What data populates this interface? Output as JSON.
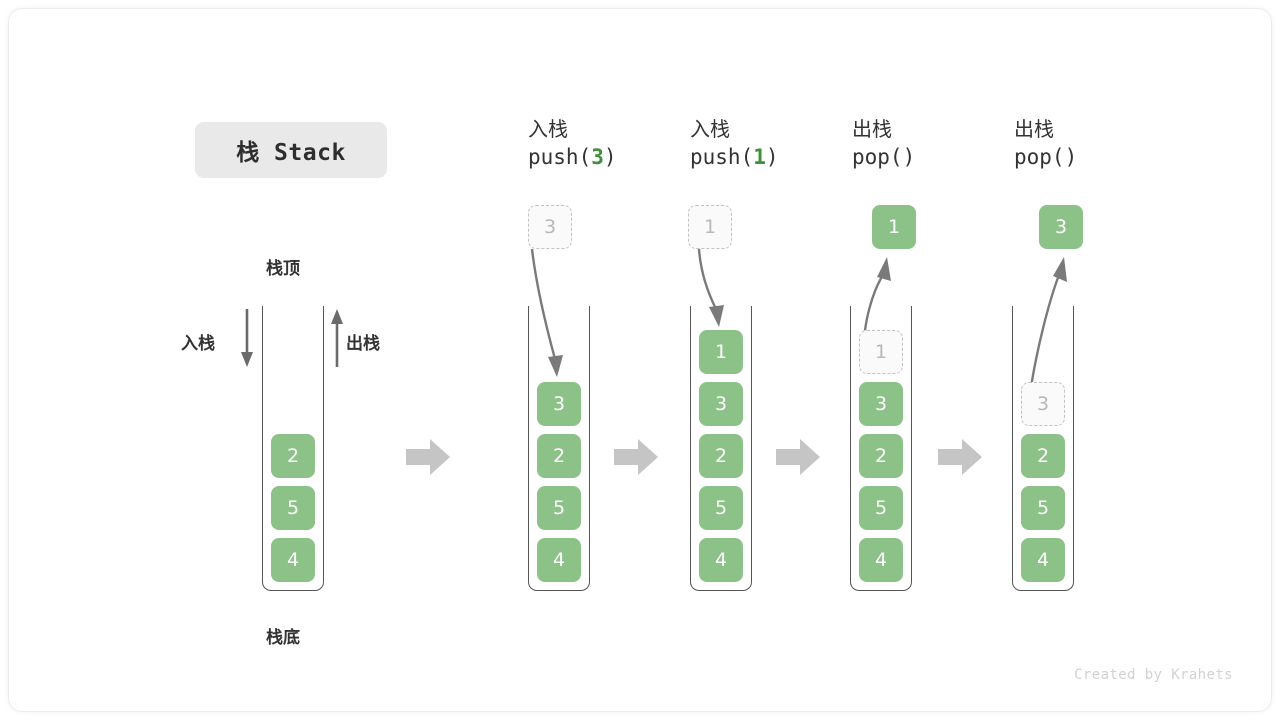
{
  "title": {
    "chip_label": "栈 Stack"
  },
  "colors": {
    "cell_fill": "#8cc287",
    "cell_text": "#ffffff",
    "ghost_fill": "#fafafa",
    "ghost_border": "#c2c2c2",
    "ghost_text": "#b8b8b8",
    "wall": "#555555",
    "flow_arrow": "#c5c5c5",
    "motion_arrow": "#7a7a7a",
    "accent_green_text": "#3f8f3f",
    "chip_bg": "#e9e9e9",
    "label_text": "#333333",
    "footer_text": "#d2d2d2"
  },
  "legend": {
    "top_label": "栈顶",
    "bottom_label": "栈底",
    "push_label": "入栈",
    "pop_label": "出栈"
  },
  "columns": [
    {
      "id": "initial",
      "header_cn": "",
      "header_code_prefix": "",
      "header_code_arg": "",
      "header_code_suffix": "",
      "cells": [
        {
          "value": "2",
          "state": "filled"
        },
        {
          "value": "5",
          "state": "filled"
        },
        {
          "value": "4",
          "state": "filled"
        }
      ],
      "floating_cell": null,
      "motion": "none"
    },
    {
      "id": "push-3",
      "header_cn": "入栈",
      "header_code_prefix": "push(",
      "header_code_arg": "3",
      "header_code_suffix": ")",
      "cells": [
        {
          "value": "3",
          "state": "filled"
        },
        {
          "value": "2",
          "state": "filled"
        },
        {
          "value": "5",
          "state": "filled"
        },
        {
          "value": "4",
          "state": "filled"
        }
      ],
      "floating_cell": {
        "value": "3",
        "state": "ghost"
      },
      "motion": "down"
    },
    {
      "id": "push-1",
      "header_cn": "入栈",
      "header_code_prefix": "push(",
      "header_code_arg": "1",
      "header_code_suffix": ")",
      "cells": [
        {
          "value": "1",
          "state": "filled"
        },
        {
          "value": "3",
          "state": "filled"
        },
        {
          "value": "2",
          "state": "filled"
        },
        {
          "value": "5",
          "state": "filled"
        },
        {
          "value": "4",
          "state": "filled"
        }
      ],
      "floating_cell": {
        "value": "1",
        "state": "ghost"
      },
      "motion": "down"
    },
    {
      "id": "pop-1",
      "header_cn": "出栈",
      "header_code_prefix": "pop(",
      "header_code_arg": "",
      "header_code_suffix": ")",
      "cells": [
        {
          "value": "1",
          "state": "ghost"
        },
        {
          "value": "3",
          "state": "filled"
        },
        {
          "value": "2",
          "state": "filled"
        },
        {
          "value": "5",
          "state": "filled"
        },
        {
          "value": "4",
          "state": "filled"
        }
      ],
      "floating_cell": {
        "value": "1",
        "state": "filled"
      },
      "motion": "up"
    },
    {
      "id": "pop-3",
      "header_cn": "出栈",
      "header_code_prefix": "pop(",
      "header_code_arg": "",
      "header_code_suffix": ")",
      "cells": [
        {
          "value": "3",
          "state": "ghost"
        },
        {
          "value": "2",
          "state": "filled"
        },
        {
          "value": "5",
          "state": "filled"
        },
        {
          "value": "4",
          "state": "filled"
        }
      ],
      "floating_cell": {
        "value": "3",
        "state": "filled"
      },
      "motion": "up"
    }
  ],
  "flow_arrows": [
    {
      "id": "flow-1"
    },
    {
      "id": "flow-2"
    },
    {
      "id": "flow-3"
    },
    {
      "id": "flow-4"
    }
  ],
  "footer": {
    "credit": "Created by Krahets"
  }
}
